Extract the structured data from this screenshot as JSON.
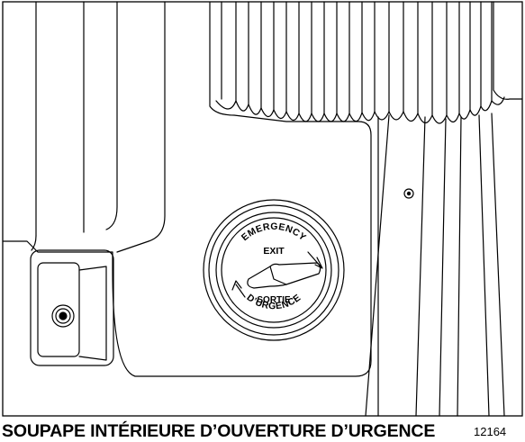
{
  "caption": "SOUPAPE INTÉRIEURE D’OUVERTURE D’URGENCE",
  "figure_number": "12164",
  "handle": {
    "arc_top_text": "EMERGENCY",
    "line_top_text": "EXIT",
    "line_bottom_text": "SORTIE",
    "arc_bottom_text": "D’URGENCE"
  }
}
